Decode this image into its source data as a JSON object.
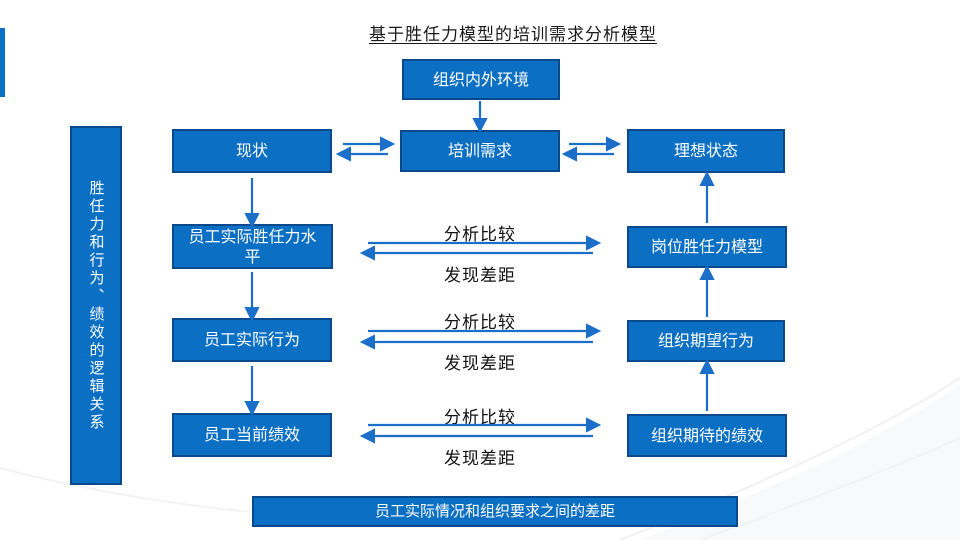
{
  "title": "基于胜任力模型的培训需求分析模型",
  "sidebar": {
    "label": "胜任力和行为、绩效的逻辑关系"
  },
  "nodes": {
    "environment": "组织内外环境",
    "current_state": "现状",
    "training_need": "培训需求",
    "ideal_state": "理想状态",
    "employee_competency": "员工实际胜任力水平",
    "post_competency_model": "岗位胜任力模型",
    "employee_behavior": "员工实际行为",
    "expected_behavior": "组织期望行为",
    "current_performance": "员工当前绩效",
    "expected_performance": "组织期待的绩效",
    "gap": "员工实际情况和组织要求之间的差距"
  },
  "comparisons": [
    {
      "compare": "分析比较",
      "gap": "发现差距"
    },
    {
      "compare": "分析比较",
      "gap": "发现差距"
    },
    {
      "compare": "分析比较",
      "gap": "发现差距"
    }
  ],
  "colors": {
    "node_fill": "#0B6FC4",
    "node_border": "#0A4A8C",
    "arrow": "#1B6FC9",
    "title_text": "#1A1A1A",
    "node_text": "#FFFFFF"
  }
}
